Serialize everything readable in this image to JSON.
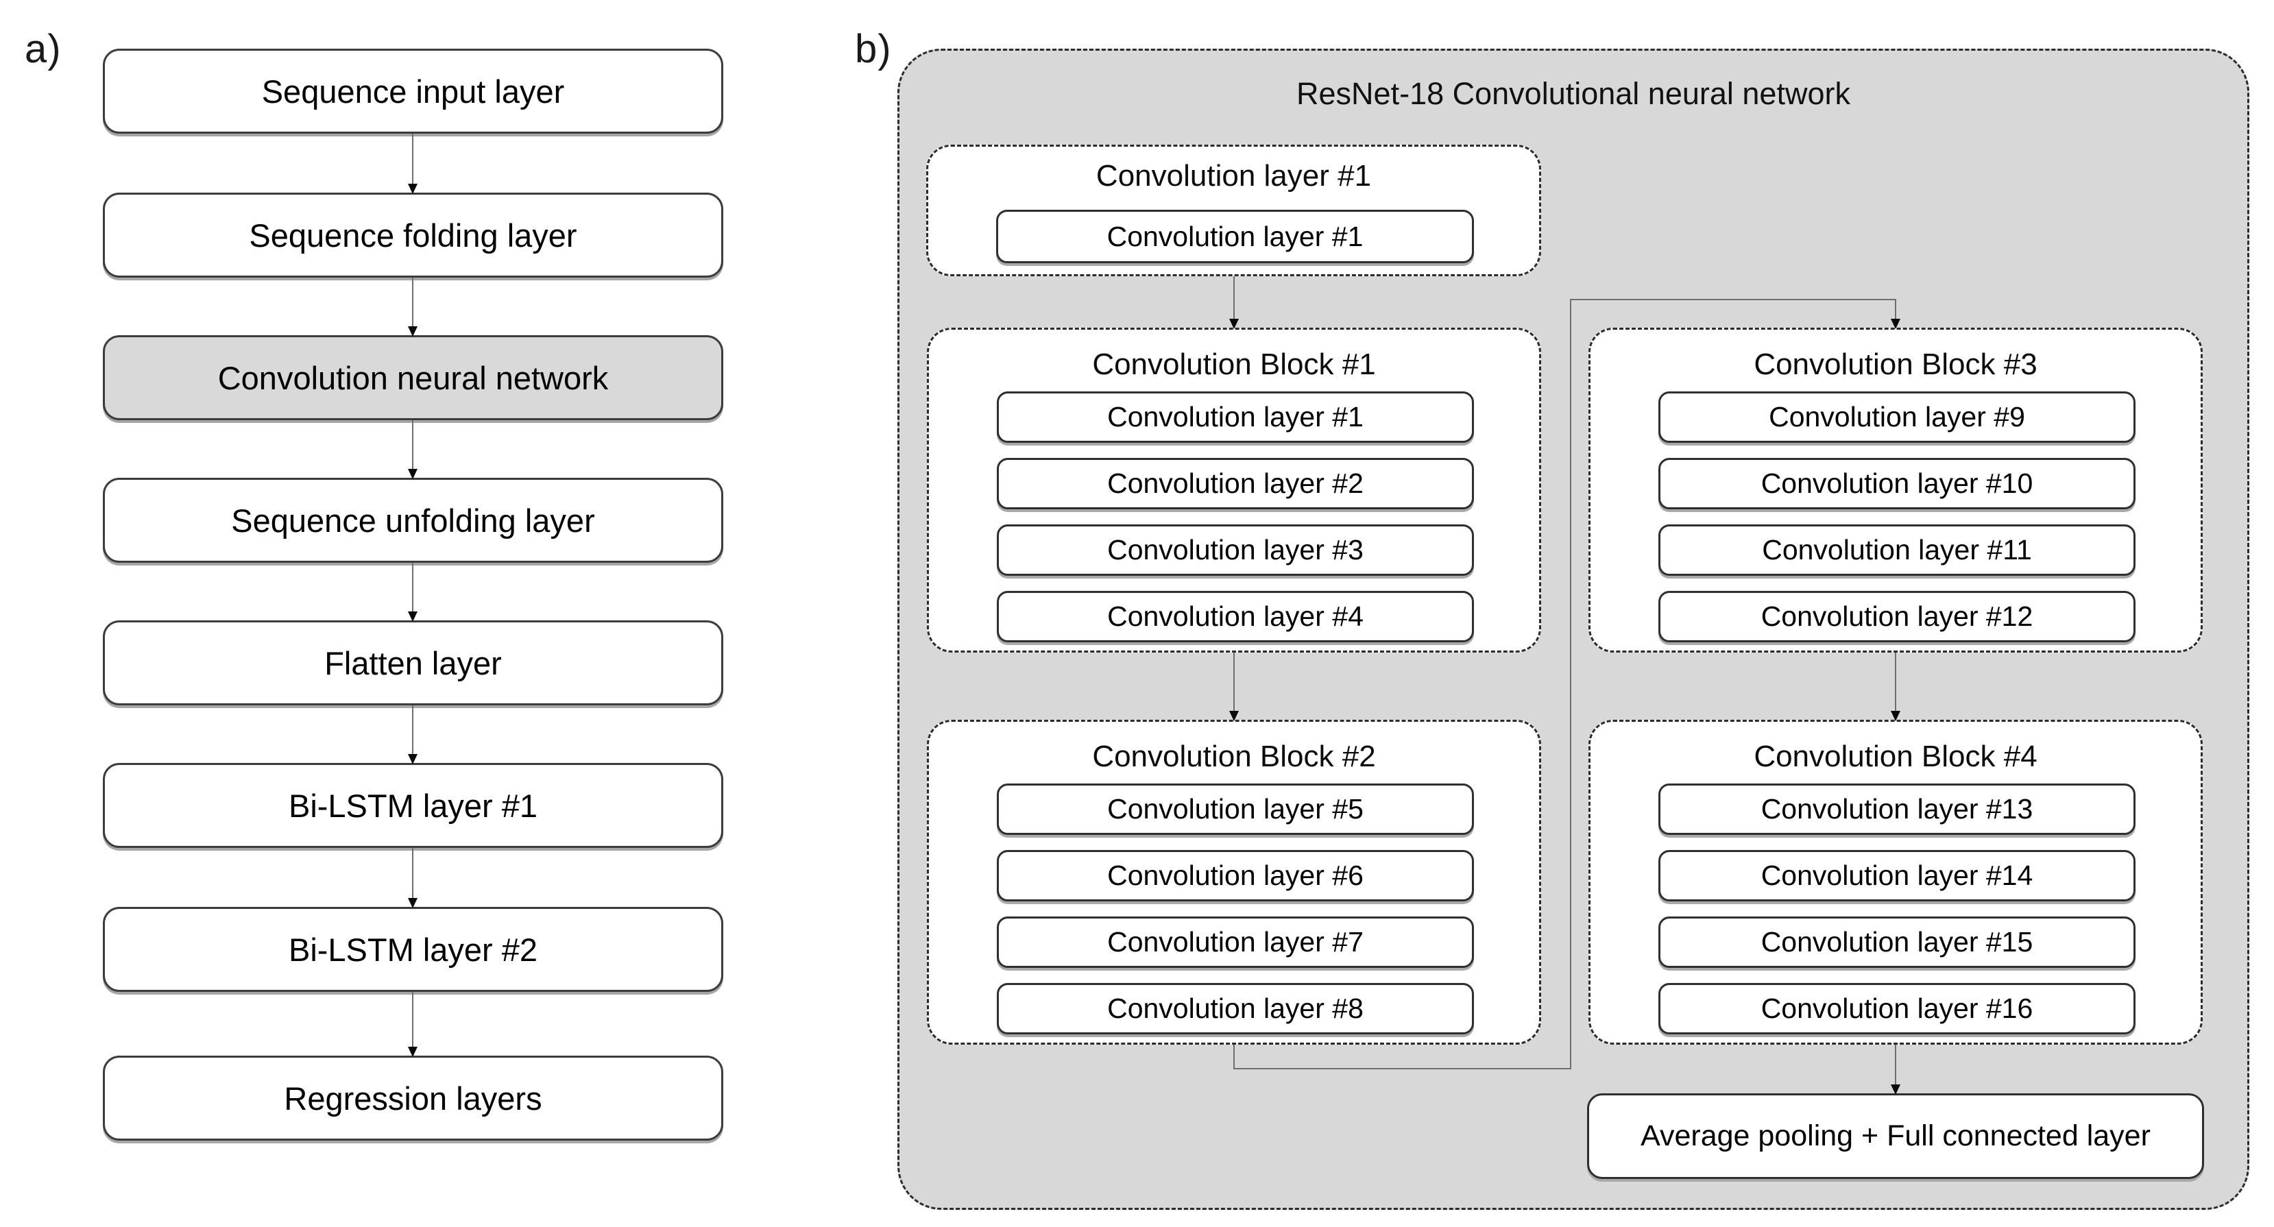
{
  "panel_a": {
    "label": "a)",
    "boxes": [
      "Sequence input layer",
      "Sequence folding layer",
      "Convolution neural network",
      "Sequence unfolding layer",
      "Flatten layer",
      "Bi-LSTM layer #1",
      "Bi-LSTM layer #2",
      "Regression layers"
    ],
    "highlighted_box": "Convolution neural network"
  },
  "panel_b": {
    "label": "b)",
    "title": "ResNet-18 Convolutional neural network",
    "stem": {
      "title": "Convolution layer #1",
      "inner": "Convolution layer #1"
    },
    "blocks": [
      {
        "title": "Convolution Block #1",
        "layers": [
          "Convolution layer #1",
          "Convolution layer #2",
          "Convolution layer #3",
          "Convolution layer #4"
        ]
      },
      {
        "title": "Convolution Block #2",
        "layers": [
          "Convolution layer #5",
          "Convolution layer #6",
          "Convolution layer #7",
          "Convolution layer #8"
        ]
      },
      {
        "title": "Convolution Block #3",
        "layers": [
          "Convolution layer #9",
          "Convolution layer #10",
          "Convolution layer #11",
          "Convolution layer #12"
        ]
      },
      {
        "title": "Convolution Block #4",
        "layers": [
          "Convolution layer #13",
          "Convolution layer #14",
          "Convolution layer #15",
          "Convolution layer #16"
        ]
      }
    ],
    "output_box": "Average pooling + Full connected layer"
  },
  "colors": {
    "container_bg": "#d8d8d8",
    "highlight_bg": "#d9d9d9",
    "box_border": "#2f2f2f",
    "connector": "#6e6e6e"
  }
}
